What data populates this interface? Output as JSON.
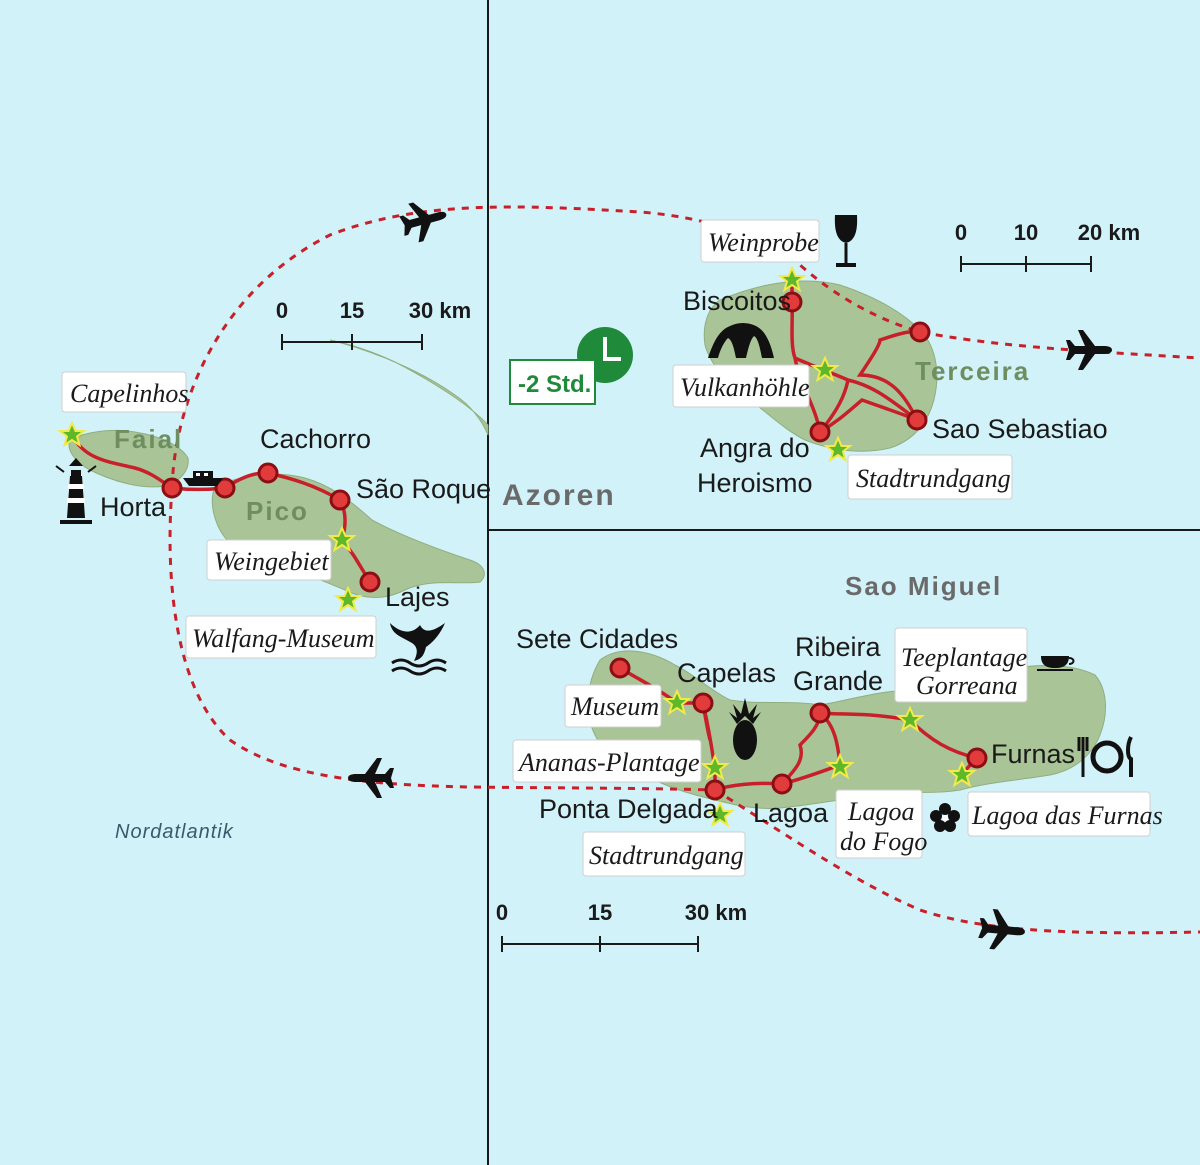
{
  "regions": {
    "faial_pico": {
      "islands": [
        "Faial",
        "Pico"
      ],
      "places": [
        "Horta",
        "Cachorro",
        "São Roque",
        "Lajes"
      ],
      "sights": [
        "Capelinhos",
        "Weingebiet",
        "Walfang-Museum"
      ],
      "scale": {
        "ticks": [
          "0",
          "15",
          "30 km"
        ]
      },
      "sea_label": "Nordatlantik"
    },
    "terceira": {
      "island": "Terceira",
      "archipelago": "Azoren",
      "time_badge": "-2 Std.",
      "places": [
        "Biscoitos",
        "Angra do",
        "Heroismo",
        "Sao Sebastiao"
      ],
      "sights": [
        "Weinprobe",
        "Vulkanhöhle",
        "Stadtrundgang"
      ],
      "scale": {
        "ticks": [
          "0",
          "10",
          "20 km"
        ]
      }
    },
    "sao_miguel": {
      "island": "Sao Miguel",
      "places": [
        "Sete Cidades",
        "Capelas",
        "Ribeira",
        "Grande",
        "Furnas",
        "Ponta Delgada",
        "Lagoa"
      ],
      "sights": [
        "Museum",
        "Ananas-Plantage",
        "Stadtrundgang",
        "Teeplantage",
        "Gorreana",
        "Lagoa",
        "do Fogo",
        "Lagoa das Furnas"
      ],
      "scale": {
        "ticks": [
          "0",
          "15",
          "30 km"
        ]
      }
    }
  },
  "icons": [
    "airplane-icon",
    "ferry-icon",
    "lighthouse-icon",
    "whale-tail-icon",
    "wine-glass-icon",
    "cave-icon",
    "clock-icon",
    "pineapple-icon",
    "tea-cup-icon",
    "cutlery-icon",
    "hibiscus-icon",
    "star-icon",
    "stop-marker-icon"
  ],
  "colors": {
    "sea": "#d2f2f9",
    "land": "#a9c597",
    "route": "#c8202a",
    "stop": "#e23b3b",
    "star": "#5fb829",
    "clock": "#1f8a3a",
    "divider": "#1a1a1a"
  }
}
